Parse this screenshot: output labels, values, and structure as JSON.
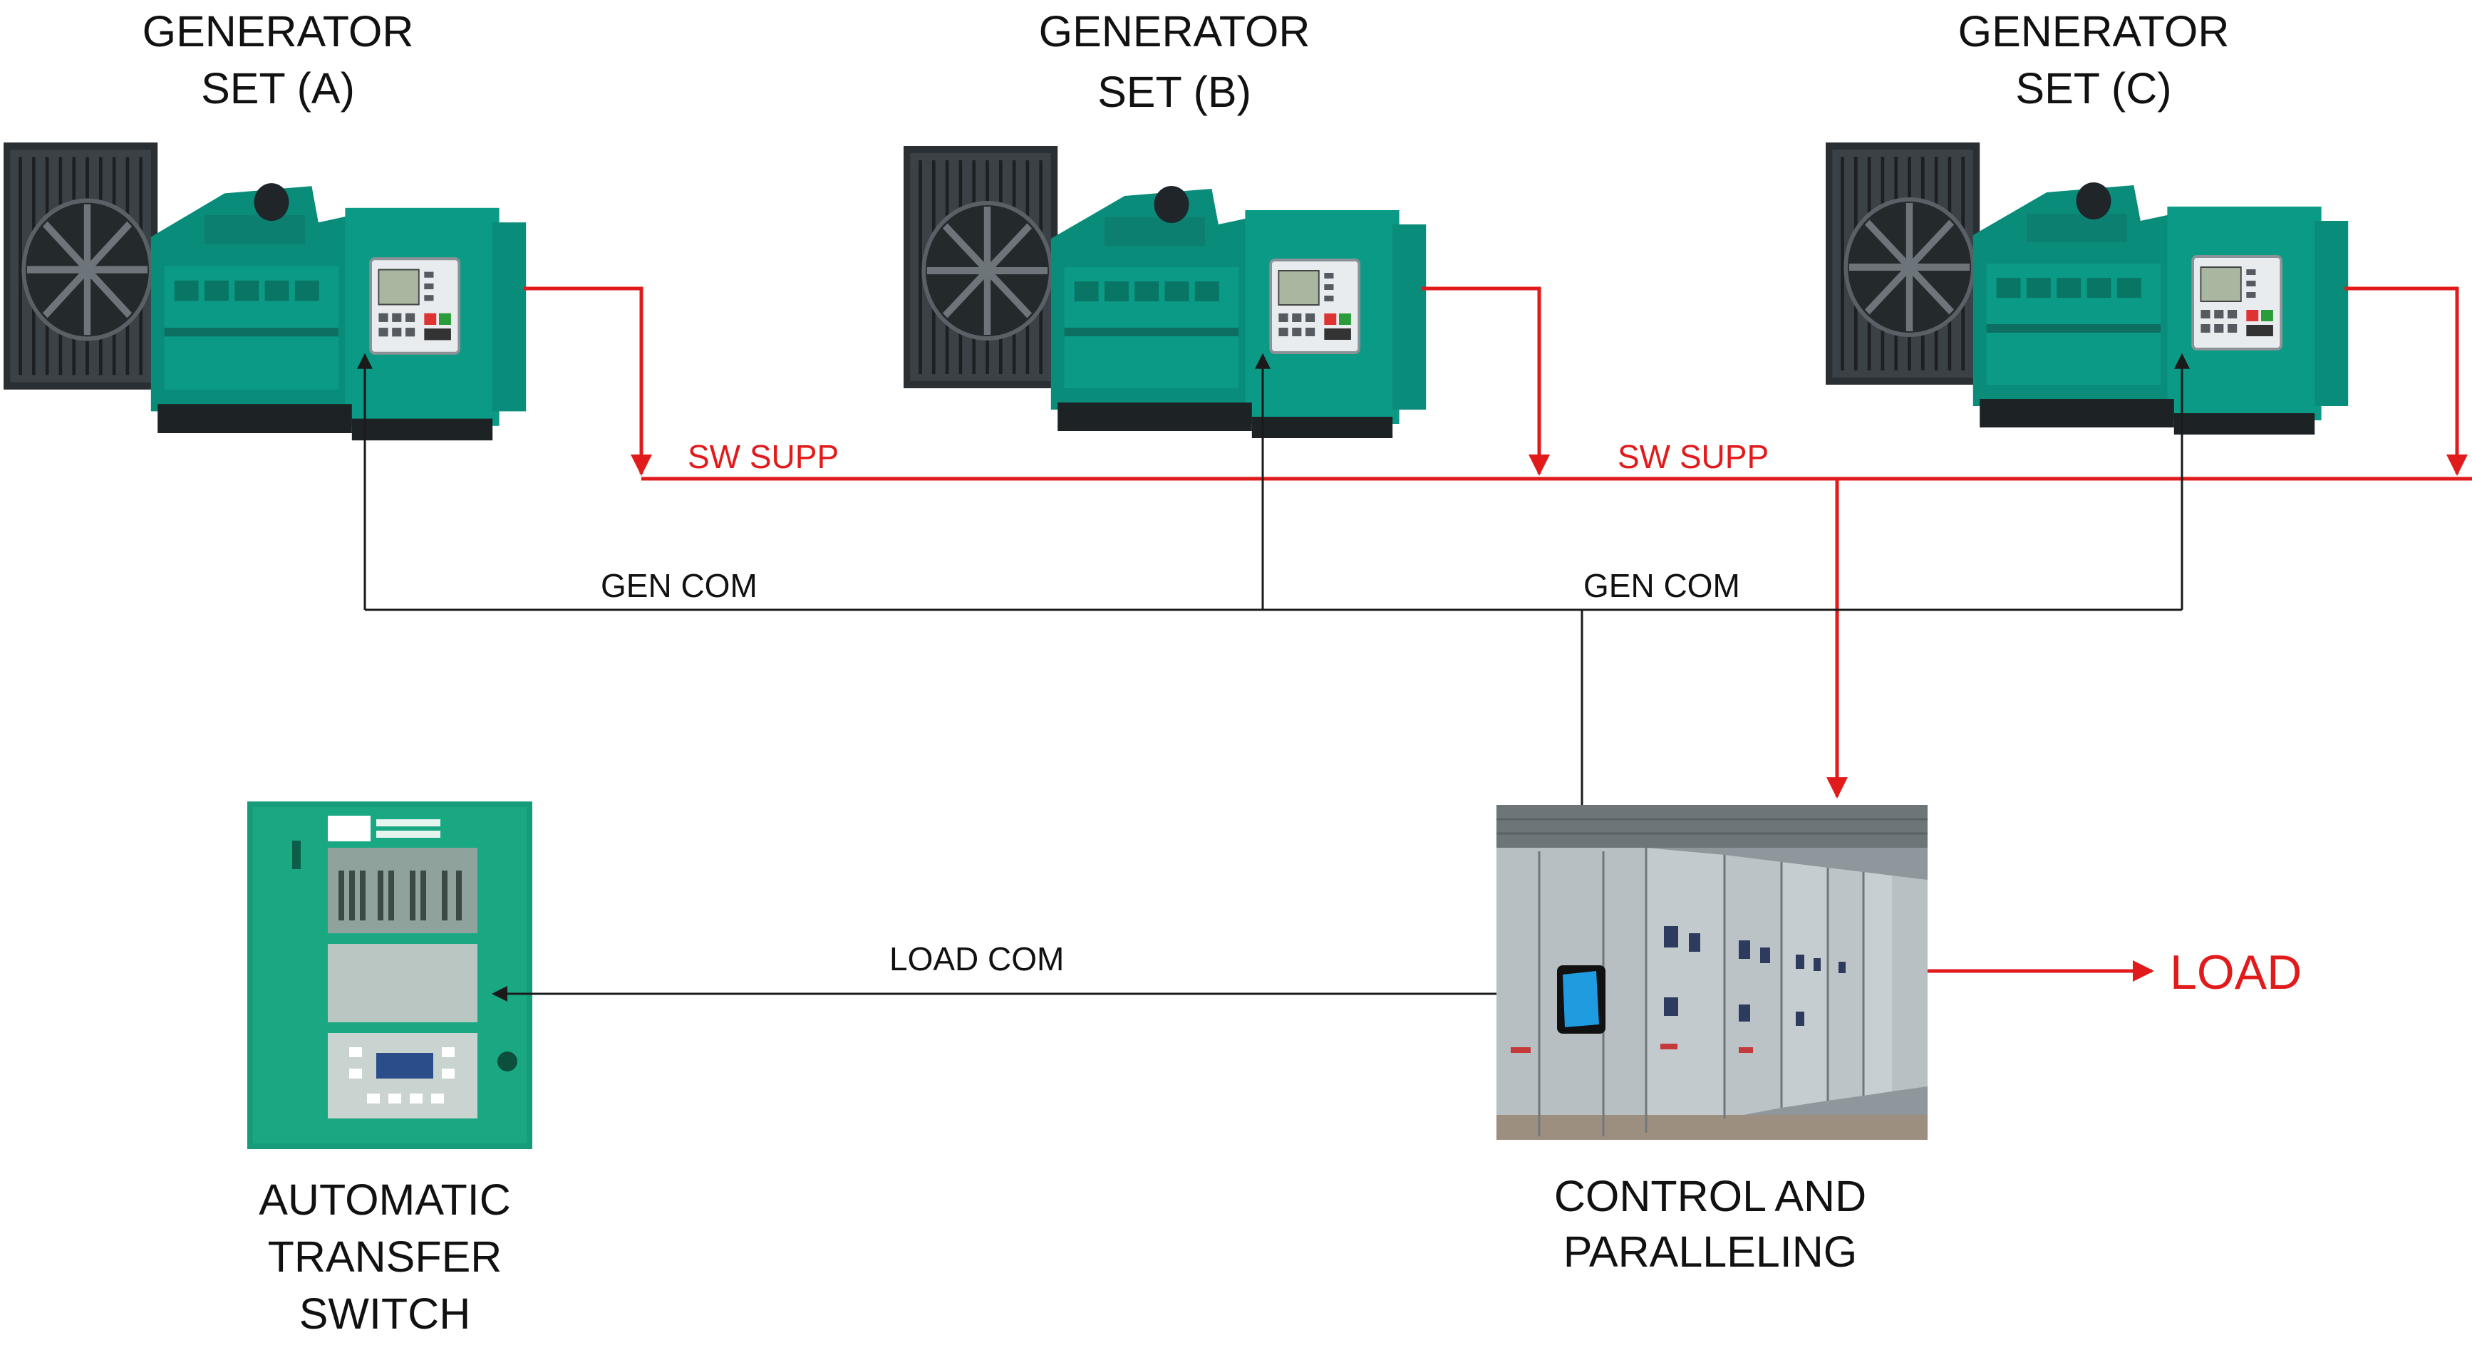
{
  "diagram": {
    "generators": [
      {
        "line1": "GENERATOR",
        "line2": "SET (A)"
      },
      {
        "line1": "GENERATOR",
        "line2": "SET (B)"
      },
      {
        "line1": "GENERATOR",
        "line2": "SET (C)"
      }
    ],
    "bus_labels": {
      "sw_supp_left": "SW SUPP",
      "sw_supp_right": "SW SUPP",
      "gen_com_left": "GEN COM",
      "gen_com_right": "GEN COM",
      "load_com": "LOAD COM"
    },
    "ats": {
      "line1": "AUTOMATIC",
      "line2": "TRANSFER",
      "line3": "SWITCH"
    },
    "paralleling": {
      "line1": "CONTROL AND",
      "line2": "PARALLELING"
    },
    "load": {
      "label": "LOAD"
    },
    "colors": {
      "power_line": "#e11b1b",
      "comm_line": "#1a1a1a",
      "generator_body": "#0b9a86",
      "ats_body": "#169c78",
      "controller_accent": "#1f9be0"
    }
  }
}
